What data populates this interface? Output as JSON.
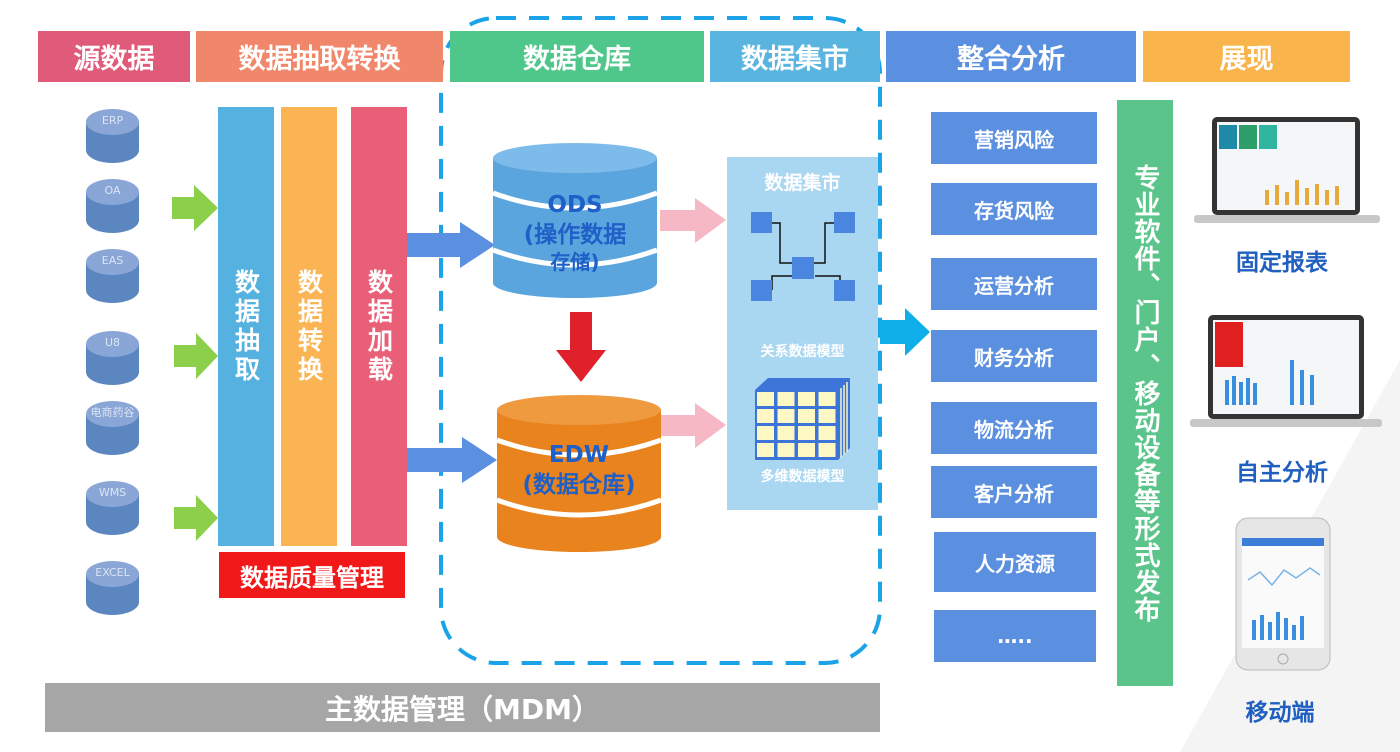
{
  "headers": {
    "source": "源数据",
    "etl": "数据抽取转换",
    "dw": "数据仓库",
    "mart": "数据集市",
    "analysis": "整合分析",
    "display": "展现"
  },
  "sources": [
    "ERP",
    "OA",
    "EAS",
    "U8",
    "电商药谷",
    "WMS",
    "EXCEL"
  ],
  "etl_steps": [
    "数据抽取",
    "数据转换",
    "数据加载"
  ],
  "quality": "数据质量管理",
  "warehouse": {
    "ods_line1": "ODS",
    "ods_line2": "(操作数据",
    "ods_line3": "存储)",
    "edw_line1": "EDW",
    "edw_line2": "(数据仓库)"
  },
  "mart": {
    "title": "数据集市",
    "relational": "关系数据模型",
    "multidim": "多维数据模型"
  },
  "analysis_items": [
    "营销风险",
    "存货风险",
    "运营分析",
    "财务分析",
    "物流分析",
    "客户分析",
    "人力资源",
    "….."
  ],
  "publish": "专业软件、门户、移动设备等形式发布",
  "display_items": [
    "固定报表",
    "自主分析",
    "移动端"
  ],
  "mdm": "主数据管理（MDM）",
  "colors": {
    "source": "#e05a79",
    "etl": "#f0876a",
    "dw": "#4fc68a",
    "mart": "#5ab4e0",
    "analysis": "#5b8fdf",
    "display": "#f9b54c",
    "quality": "#f01818",
    "dashed": "#1aa3e6"
  }
}
